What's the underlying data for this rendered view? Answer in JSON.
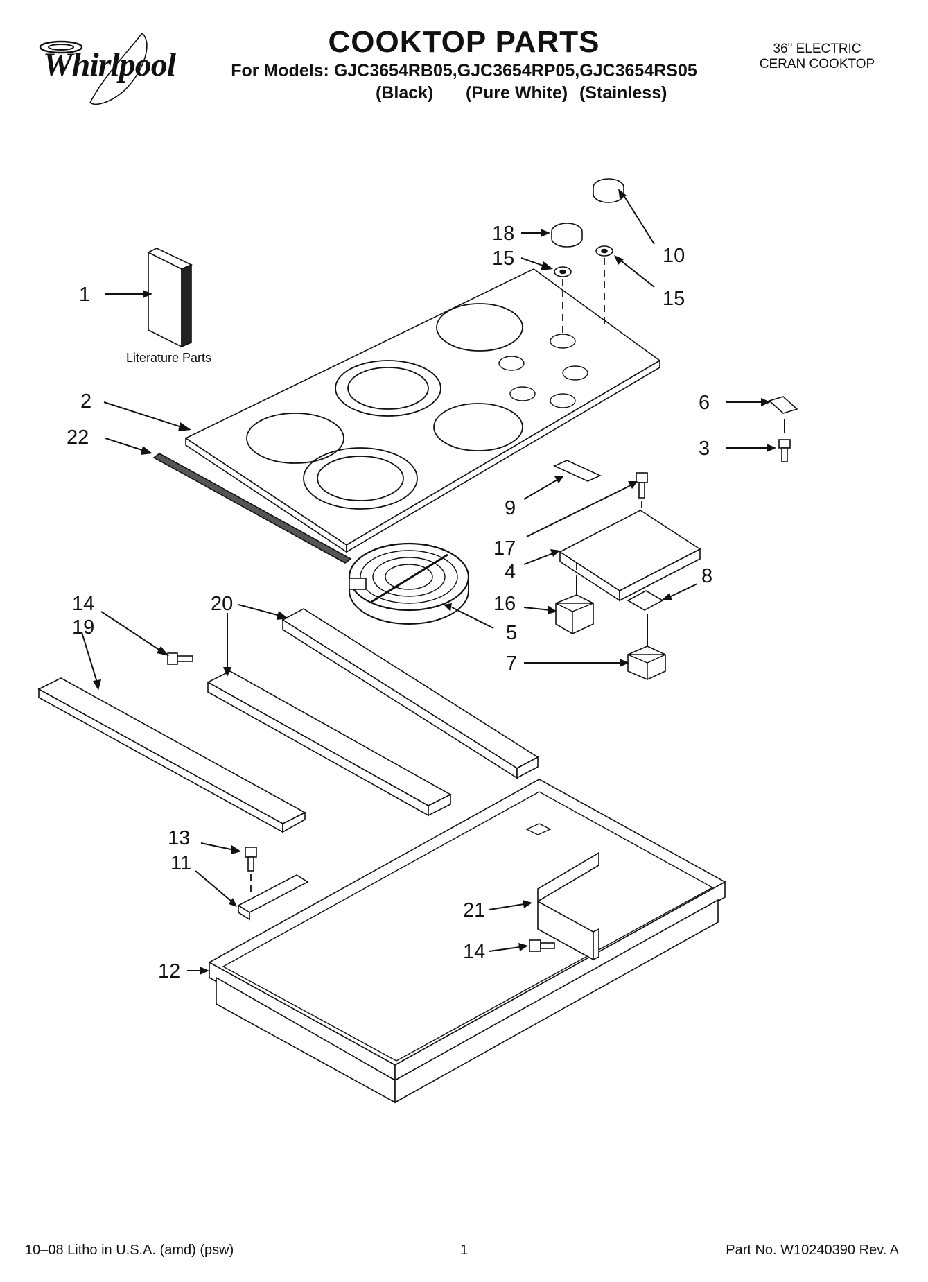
{
  "brand": {
    "name": "Whirlpool"
  },
  "header": {
    "title": "COOKTOP PARTS",
    "models": "For Models: GJC3654RB05,GJC3654RP05,GJC3654RS05",
    "variants": [
      "(Black)",
      "(Pure White)",
      "(Stainless)"
    ],
    "product_type": [
      "36\" ELECTRIC",
      "CERAN COOKTOP"
    ]
  },
  "diagram": {
    "literature_label": "Literature Parts",
    "callouts": [
      "1",
      "2",
      "22",
      "18",
      "15",
      "10",
      "15",
      "6",
      "3",
      "9",
      "17",
      "4",
      "8",
      "16",
      "5",
      "7",
      "14",
      "19",
      "20",
      "13",
      "11",
      "21",
      "14",
      "12"
    ]
  },
  "footer": {
    "litho": "10–08 Litho in U.S.A. (amd) (psw)",
    "page": "1",
    "part_no": "Part No. W10240390 Rev. A"
  }
}
